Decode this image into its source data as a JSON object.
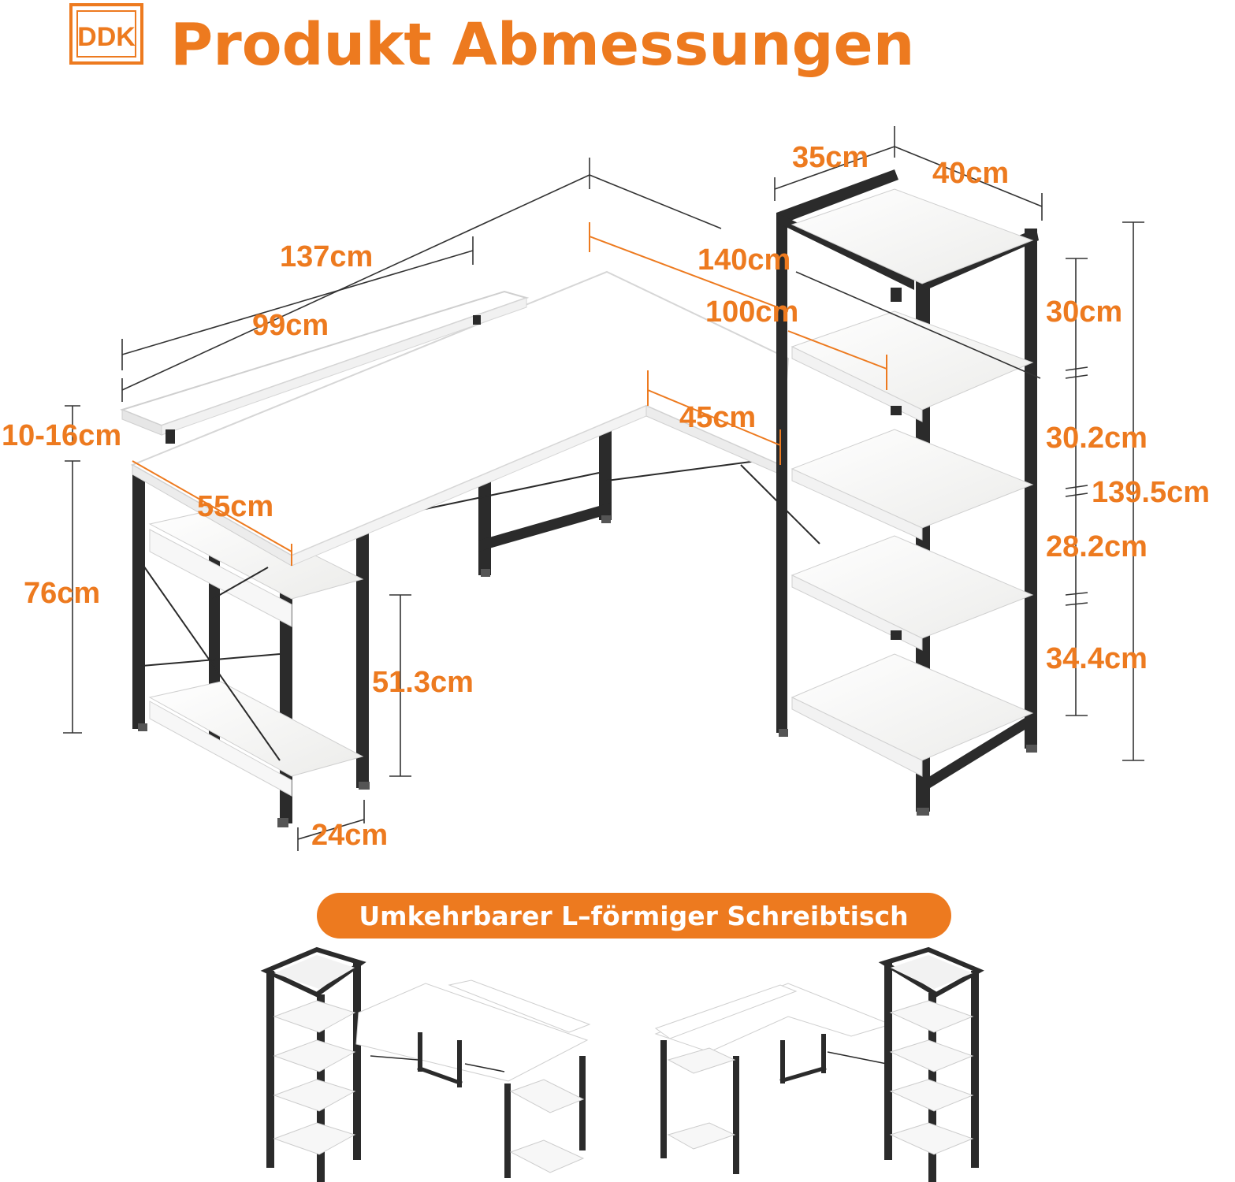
{
  "header": {
    "logo_text": "DDK",
    "title": "Produkt Abmessungen"
  },
  "dimensions": {
    "shelf_total_length": "137cm",
    "shelf_length": "99cm",
    "shelf_height": "10-16cm",
    "desk_depth_left": "55cm",
    "desk_height": "76cm",
    "side_shelf_height": "51.3cm",
    "side_shelf_width": "24cm",
    "desk_total_length": "140cm",
    "desk_return_length": "100cm",
    "desk_return_depth": "45cm",
    "tower_depth": "35cm",
    "tower_width": "40cm",
    "tower_gap_1": "30cm",
    "tower_gap_2": "30.2cm",
    "tower_gap_3": "28.2cm",
    "tower_gap_4": "34.4cm",
    "tower_total_height": "139.5cm"
  },
  "banner": {
    "text": "Umkehrbarer L–förmiger Schreibtisch"
  },
  "colors": {
    "accent": "#ED7A1F",
    "frame": "#2B2B2B",
    "wood": "#F4F4F2",
    "dim_line": "#333333"
  }
}
